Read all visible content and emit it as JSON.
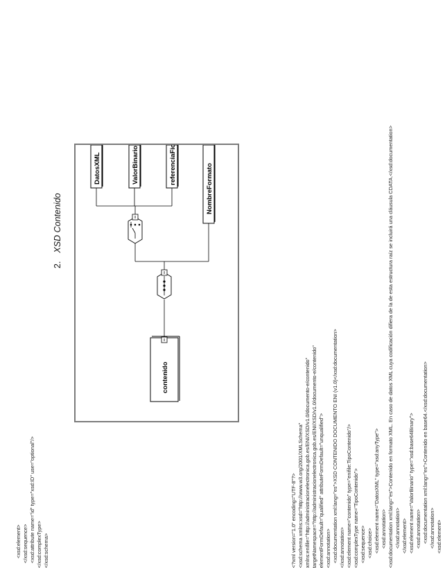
{
  "top_code": [
    "<xsd:element>",
    "</xsd:sequence>",
    "<xsd:attribute name=\"id\" type=\"xsd:ID\" use=\"optional\"/>",
    "</xsd:complexType>",
    "</xsd:schema>"
  ],
  "section": {
    "number": "2.",
    "title": "XSD Contenido"
  },
  "diagram": {
    "root": "contenido",
    "sequence_icon": "sequence-compositor",
    "choice_icon": "choice-compositor",
    "choice_items": [
      "DatosXML",
      "ValorBinario",
      "referenciaFichero"
    ],
    "sequence_item": "NombreFormato"
  },
  "bottom_code": [
    "<?xml version=\"1.0\" encoding=\"UTF-8\"?>",
    "<xsd:schema xmlns:xsd=\"http://www.w3.org/2001/XMLSchema\"",
    "xmlns:enifile=\"http://administracionelectronica.gob.es/ENI/XSD/v1.0/documento-e/contenido\"",
    "targetNamespace=\"http://administracionelectronica.gob.es/ENI/XSD/v1.0/documento-e/contenido\"",
    "elementFormDefault=\"qualified\" attributeFormDefault=\"unqualified\">",
    "<xsd:annotation>",
    "<xsd:documentation xml:lang=\"es\">XSD CONTENIDO DOCUMENTO ENI (v1.0)</xsd:documentation>",
    "</xsd:annotation>",
    "<xsd:element name=\"contenido\" type=\"enifile:TipoContenido\"/>",
    "<xsd:complexType name=\"TipoContenido\">",
    "<xsd:sequence>",
    "<xsd:choice>",
    "<xsd:element name=\"DatosXML\" type=\"xsd:anyType\">",
    "<xsd:annotation>",
    "<xsd:documentation xml:lang=\"es\">Contenido en formato XML. En caso de datos XML cuya codificación difiera de la de esta estructura raíz se incluirá una cláusula CDATA.</xsd:documentation>",
    "</xsd:annotation>",
    "</xsd:element>",
    "<xsd:element name=\"ValorBinario\" type=\"xsd:base64Binary\">",
    "<xsd:annotation>",
    "<xsd:documentation xml:lang=\"es\">Contenido en base64.</xsd:documentation>",
    "</xsd:annotation>",
    "<xsd:element>"
  ]
}
